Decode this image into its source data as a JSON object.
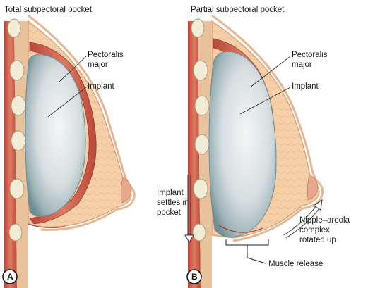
{
  "panels": [
    {
      "title": "Total subpectoral pocket",
      "letter": "A",
      "labels": {
        "pectoralis": [
          "Pectoralis",
          "major"
        ],
        "implant": "Implant"
      }
    },
    {
      "title": "Partial subpectoral pocket",
      "letter": "B",
      "labels": {
        "pectoralis": [
          "Pectoralis",
          "major"
        ],
        "implant": "Implant",
        "settles": [
          "Implant",
          "settles in",
          "pocket"
        ],
        "nipple": [
          "Nipple–areola",
          "complex",
          "rotated up"
        ],
        "muscle_release": "Muscle release"
      }
    }
  ],
  "colors": {
    "skin": "#f6dcc0",
    "fat": "#f3c9a3",
    "muscle": "#d0604e",
    "rib": "#f2ecd6",
    "implant_edge": "#8fa7ad",
    "implant_fill": "#d9dee0",
    "chest_wall": "#c84e3f"
  }
}
